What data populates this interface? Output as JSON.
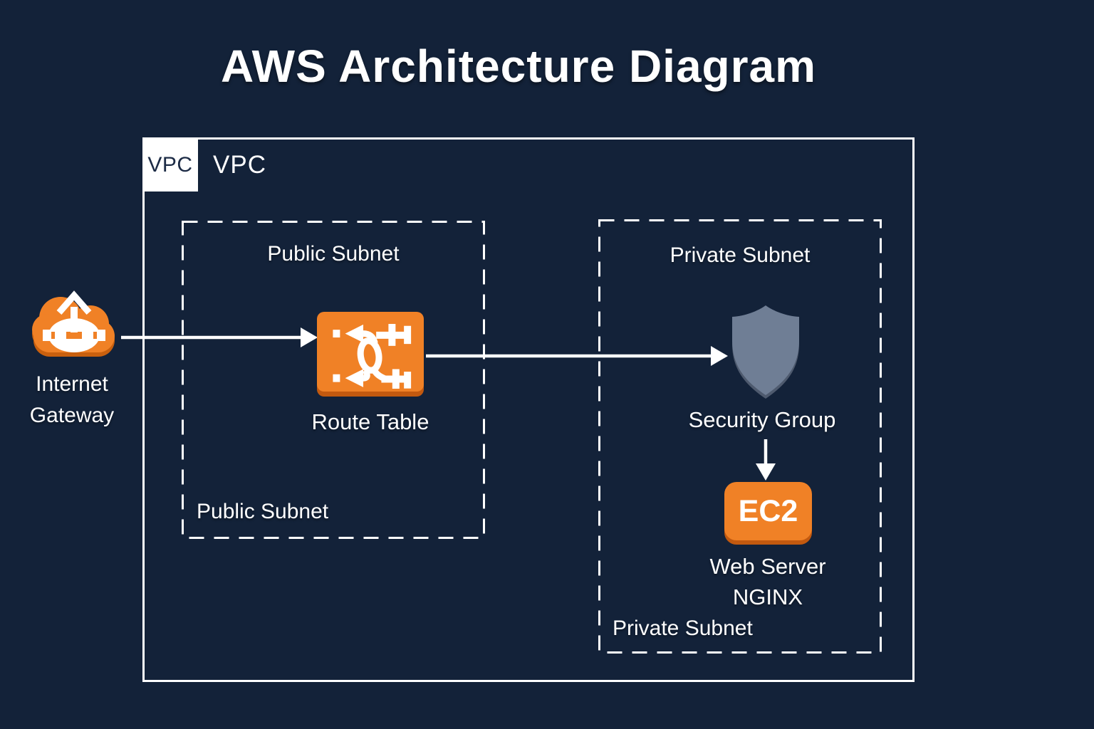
{
  "title": "AWS Architecture Diagram",
  "vpc": {
    "corner_label": "VPC",
    "label": "VPC"
  },
  "public_subnet": {
    "top_label": "Public Subnet",
    "bottom_label": "Public Subnet"
  },
  "private_subnet": {
    "top_label": "Private Subnet",
    "bottom_label": "Private Subnet"
  },
  "nodes": {
    "internet_gateway": {
      "label": "Internet Gateway",
      "icon": "internet-gateway-cloud-icon"
    },
    "route_table": {
      "label": "Route Table",
      "icon": "route-table-icon"
    },
    "security_group": {
      "label": "Security Group",
      "icon": "security-group-shield-icon"
    },
    "ec2": {
      "label": "EC2",
      "caption": "Web Server NGINX",
      "icon": "ec2-box-icon"
    }
  },
  "edges": [
    {
      "from": "internet_gateway",
      "to": "route_table"
    },
    {
      "from": "route_table",
      "to": "security_group"
    },
    {
      "from": "security_group",
      "to": "ec2"
    }
  ],
  "colors": {
    "background": "#132239",
    "accent_orange": "#F08126",
    "orange_shadow": "#C2590F",
    "shield_gray": "#6F7E95",
    "shield_shadow": "#4E5A6E",
    "line_white": "#FFFFFF",
    "vpc_corner_text": "#1C2B45"
  }
}
